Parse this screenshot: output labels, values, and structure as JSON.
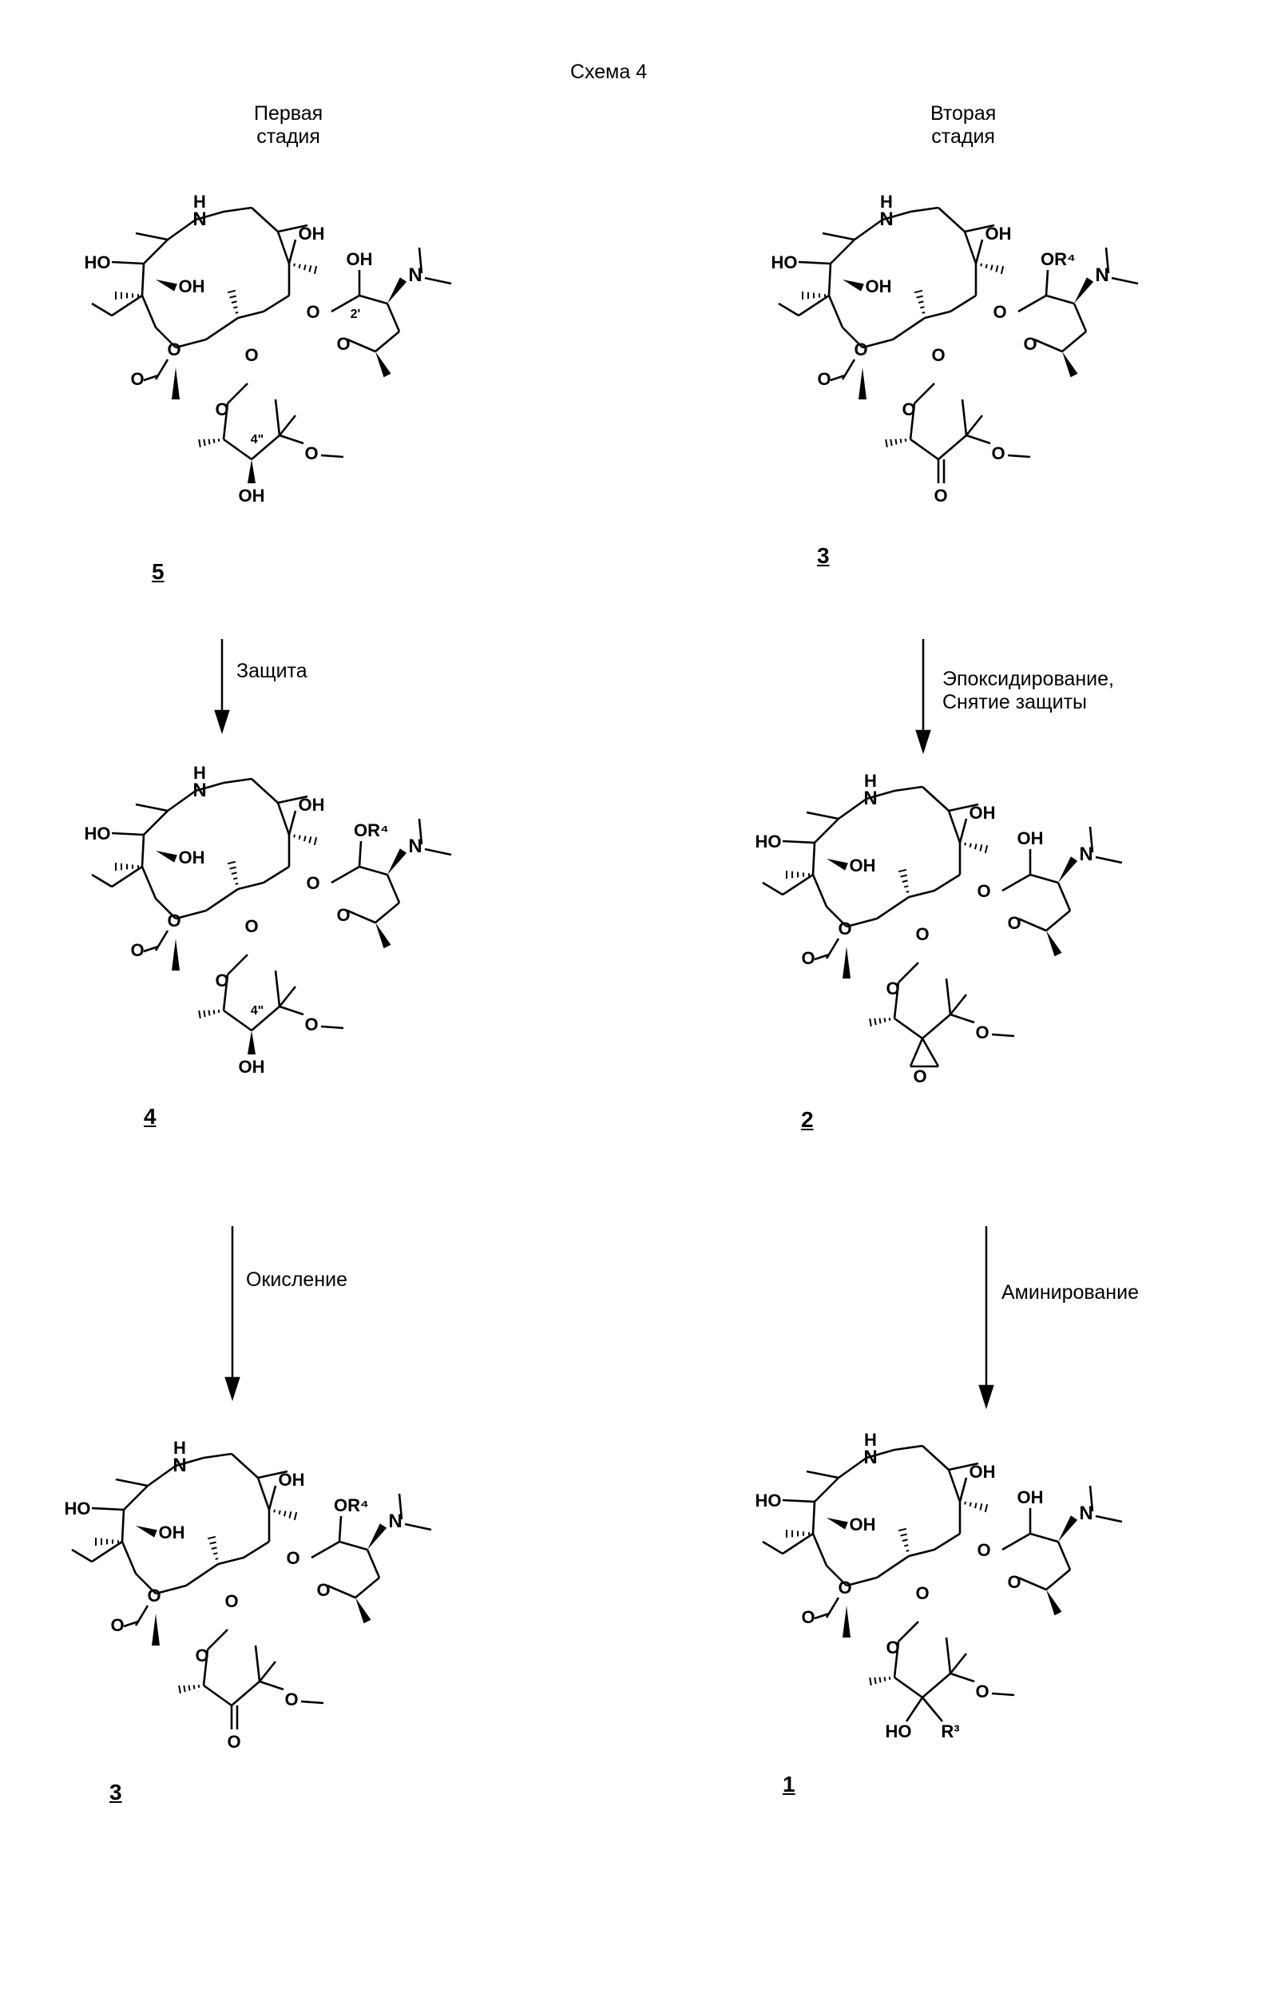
{
  "scheme_title": "Схема 4",
  "stages": {
    "first": [
      "Первая",
      "стадия"
    ],
    "second": [
      "Вторая",
      "стадия"
    ]
  },
  "steps": {
    "protection": "Защита",
    "oxidation": "Окисление",
    "epoxidation": [
      "Эпоксидирование,",
      "Снятие защиты"
    ],
    "amination": "Аминирование"
  },
  "compound_numbers": {
    "top_left": "5",
    "top_right": "3",
    "middle_left": "4",
    "middle_right": "2",
    "bottom_left": "3",
    "bottom_right": "1"
  },
  "atom_labels": {
    "N": "N",
    "H": "H",
    "HO": "HO",
    "OH": "OH",
    "O": "O",
    "OR4": "OR⁴",
    "pos_2prime": "2'",
    "pos_4dprime": "4\""
  },
  "sugar_bottom_variants": {
    "hydroxyl": "OH",
    "ketone": "O",
    "aminated_left": "HO",
    "aminated_right": "R³"
  }
}
